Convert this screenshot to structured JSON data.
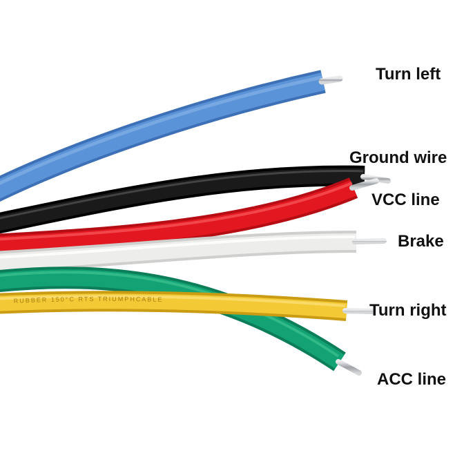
{
  "labels": {
    "turn_left": "Turn left",
    "ground_wire": "Ground wire",
    "vcc_line": "VCC line",
    "brake": "Brake",
    "turn_right": "Turn right",
    "acc_line": "ACC line"
  },
  "wire_print": {
    "yellow": "RUBBER   150°C   RTS   TRIUMPHCABLE"
  },
  "colors": {
    "blue": "#4f86cf",
    "black": "#141414",
    "red": "#e0161e",
    "white": "#e6e6e4",
    "yellow": "#f1c62f",
    "green": "#109b6f",
    "copper": "#b9bcc0"
  }
}
